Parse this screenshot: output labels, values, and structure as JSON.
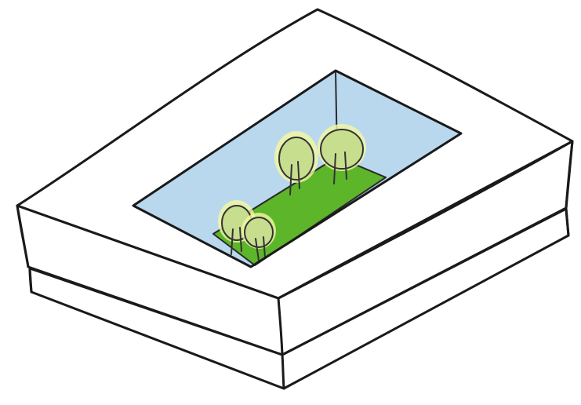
{
  "illustration": {
    "subject": "isometric-building-with-courtyard",
    "style": "hand-drawn-sketch",
    "colors": {
      "background": "#ffffff",
      "ink": "#1a1a1a",
      "building_fill": "#ffffff",
      "courtyard_sky": "#b9d8ee",
      "courtyard_lawn": "#5db52a",
      "tree_canopy": "#c6de8e",
      "tree_glow": "#f4f8a0"
    },
    "trees_count": 4
  }
}
